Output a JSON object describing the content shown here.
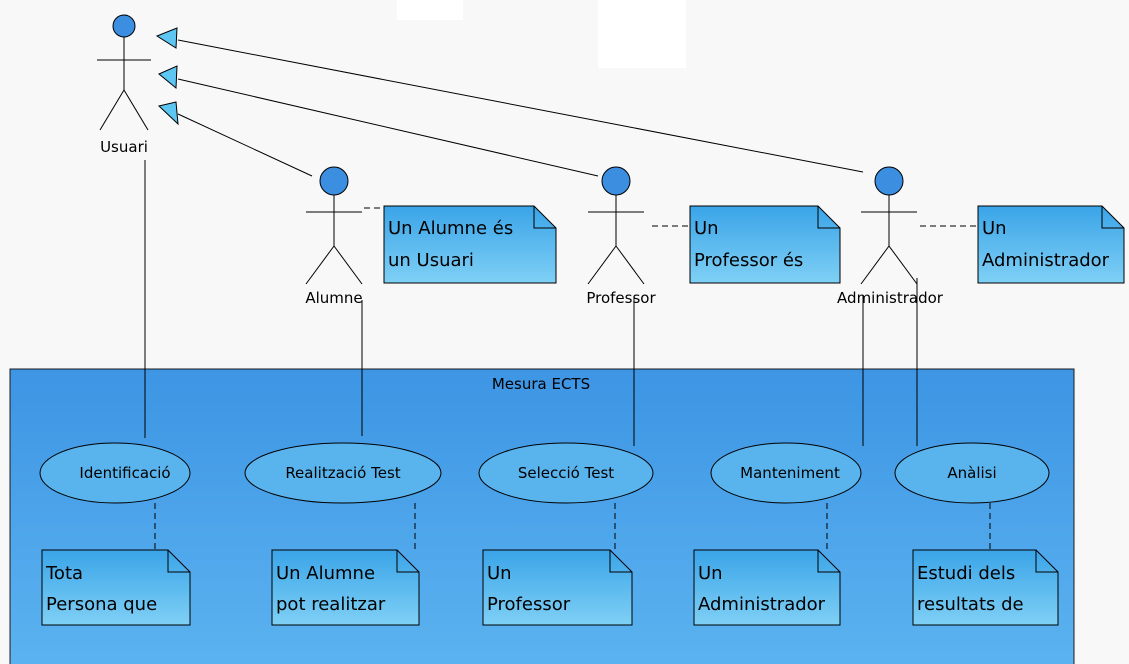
{
  "system": {
    "title": "Mesura ECTS"
  },
  "actors": {
    "usuari": "Usuari",
    "alumne": "Alumne",
    "professor": "Professor",
    "administrador": "Administrador"
  },
  "notes": {
    "alumne": {
      "line1": "Un Alumne és",
      "line2": "un Usuari"
    },
    "professor": {
      "line1": "Un",
      "line2": "Professor és"
    },
    "administrador": {
      "line1": "Un",
      "line2": "Administrador"
    }
  },
  "usecases": {
    "identificacio": "Identificació",
    "realitzacio": "Realització Test",
    "seleccio": "Selecció Test",
    "manteniment": "Manteniment",
    "analisi": "Anàlisi"
  },
  "usecase_notes": {
    "identificacio": {
      "line1": "Tota",
      "line2": "Persona que"
    },
    "realitzacio": {
      "line1": "Un Alumne",
      "line2": "pot realitzar"
    },
    "seleccio": {
      "line1": "Un",
      "line2": "Professor"
    },
    "manteniment": {
      "line1": "Un",
      "line2": "Administrador"
    },
    "analisi": {
      "line1": "Estudi dels",
      "line2": "resultats de"
    }
  },
  "colors": {
    "system_fill_top": "#3d95e4",
    "system_fill_bottom": "#5cb3f0",
    "usecase_fill": "#59b3ec",
    "note_fill_top": "#3aa4e8",
    "note_fill_bottom": "#7fd0f5",
    "actor_head": "#3c8fe0",
    "arrow_fill": "#5ec6f2"
  }
}
